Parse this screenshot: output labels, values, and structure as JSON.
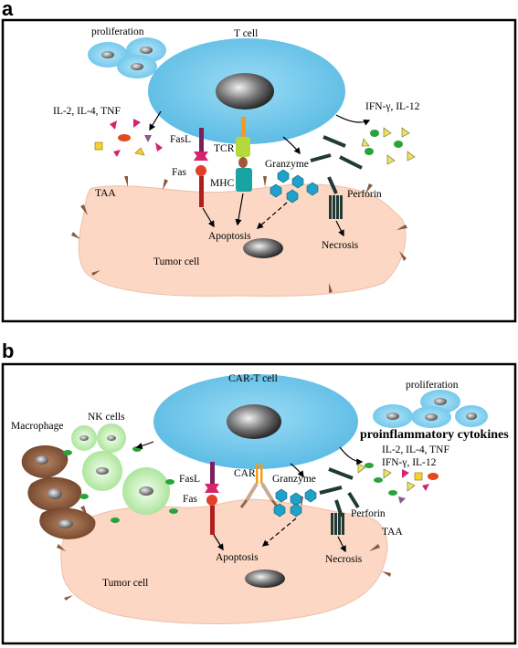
{
  "panel_a": {
    "letter": "a",
    "labels": {
      "proliferation": "proliferation",
      "t_cell": "T cell",
      "cytokines_left": "IL-2, IL-4, TNF",
      "cytokines_right": "IFN-γ, IL-12",
      "fasl": "FasL",
      "fas": "Fas",
      "tcr": "TCR",
      "mhc": "MHC",
      "granzyme": "Granzyme",
      "perforin": "Perforin",
      "taa": "TAA",
      "apoptosis": "Apoptosis",
      "necrosis": "Necrosis",
      "tumor_cell": "Tumor cell"
    }
  },
  "panel_b": {
    "letter": "b",
    "labels": {
      "car_t_cell": "CAR-T cell",
      "proliferation": "proliferation",
      "macrophage": "Macrophage",
      "nk_cells": "NK cells",
      "proinflammatory": "proinflammatory cytokines",
      "cytokines_1": "IL-2, IL-4, TNF",
      "cytokines_2": "IFN-γ, IL-12",
      "fasl": "FasL",
      "fas": "Fas",
      "car": "CAR",
      "granzyme": "Granzyme",
      "perforin": "Perforin",
      "taa": "TAA",
      "apoptosis": "Apoptosis",
      "necrosis": "Necrosis",
      "tumor_cell": "Tumor cell"
    }
  },
  "colors": {
    "t_cell": "#6ec5ea",
    "tumor": "#fbd7c4",
    "nucleus": "#6e6e6e",
    "granzyme": "#1fa1c9",
    "perforin": "#1f3a36",
    "fas": "#e0402a",
    "fasl": "#7d1f5d",
    "tcr": "#b5d93a",
    "mhc": "#1aa3a3",
    "receptor_orange": "#f39a1f",
    "nk": "#c4efb8",
    "macrophage": "#8a5a3c"
  }
}
